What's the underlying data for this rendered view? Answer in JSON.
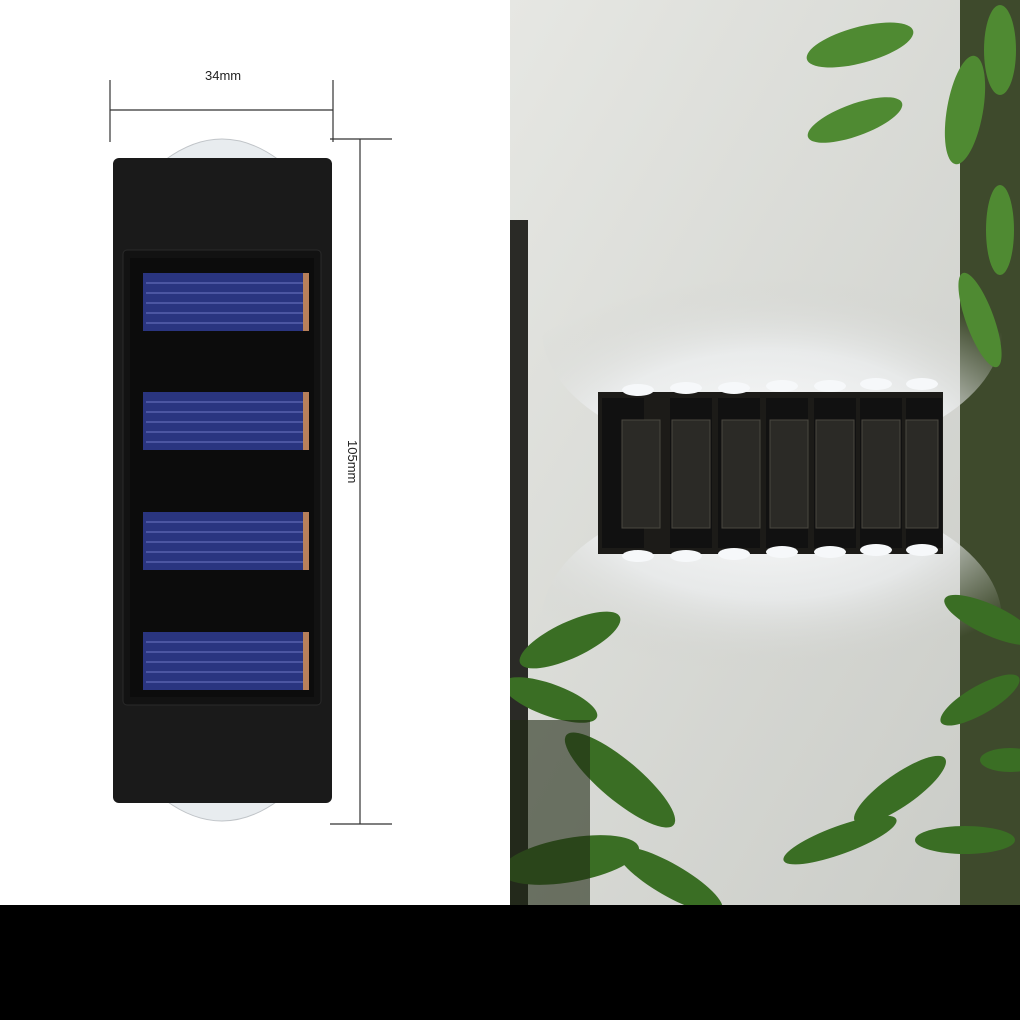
{
  "product": {
    "dimension_width": "34mm",
    "dimension_height": "105mm",
    "solar_panel_count": 4,
    "body_color": "#1a1a1a",
    "cell_color": "#2a3580"
  },
  "photo": {
    "fixture_count": 7,
    "light_color": "#f4f6f8",
    "leaf_color": "#4f8a32"
  }
}
